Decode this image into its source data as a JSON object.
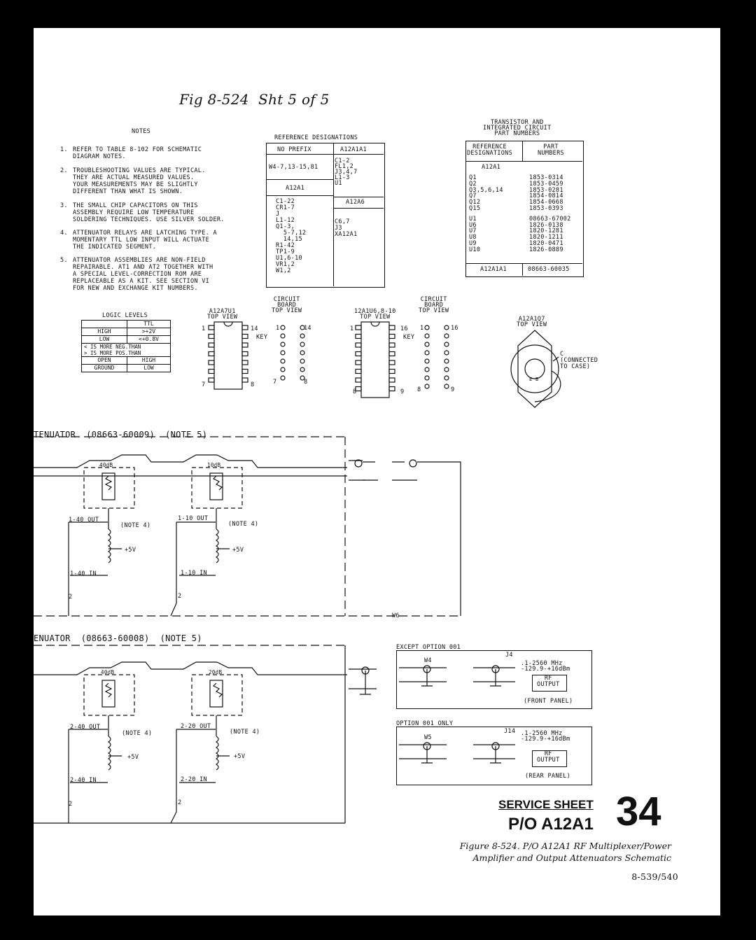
{
  "handwritten": "Fig 8-524  Sht 5 of 5",
  "notes": {
    "title": "NOTES",
    "items": [
      {
        "num": "1.",
        "text": "REFER TO TABLE 8-102 FOR SCHEMATIC\nDIAGRAM NOTES."
      },
      {
        "num": "2.",
        "text": "TROUBLESHOOTING VALUES ARE TYPICAL.\nTHEY ARE ACTUAL MEASURED VALUES.\nYOUR MEASUREMENTS MAY BE SLIGHTLY\nDIFFERENT THAN WHAT IS SHOWN."
      },
      {
        "num": "3.",
        "text": "THE SMALL CHIP CAPACITORS ON THIS\nASSEMBLY REQUIRE LOW TEMPERATURE\nSOLDERING TECHNIQUES. USE SILVER SOLDER."
      },
      {
        "num": "4.",
        "text": "ATTENUATOR RELAYS ARE LATCHING TYPE. A\nMOMENTARY TTL LOW INPUT WILL ACTUATE\nTHE INDICATED SEGMENT."
      },
      {
        "num": "5.",
        "text": "ATTENUATOR ASSEMBLIES ARE NON-FIELD\nREPAIRABLE. AT1 AND AT2 TOGETHER WITH\nA SPECIAL LEVEL-CORRECTION ROM ARE\nREPLACEABLE AS A KIT. SEE SECTION VI\nFOR NEW AND EXCHANGE KIT NUMBERS."
      }
    ]
  },
  "ref_designations": {
    "title": "REFERENCE DESIGNATIONS",
    "col1_header": "NO PREFIX",
    "col2_header": "A12A1A1",
    "no_prefix": "W4-7,13-15,81",
    "a12a1a1": "C1-2\nFL1,2\nJ3,4,7\nL1-3\nU1",
    "a12a1_header": "A12A1",
    "a12a1": "C1-22\nCR1-7\nJ\nL1-12\nQ1-3,\n  5-7,12\n  14,15\nR1-42\nTP1-9\nU1,6-10\nVR1,2\nW1,2",
    "a12a6_header": "A12A6",
    "a12a6": "C6,7\nJ3\nXA12A1"
  },
  "transistor_table": {
    "title": "TRANSISTOR AND\nINTEGRATED CIRCUIT\nPART NUMBERS",
    "col1_header": "REFERENCE\nDESIGNATIONS",
    "col2_header": "PART\nNUMBERS",
    "section": "A12A1",
    "rows": [
      [
        "Q1",
        "1853-0314"
      ],
      [
        "Q2",
        "1853-0459"
      ],
      [
        "Q3,5,6,14",
        "1853-0281"
      ],
      [
        "Q7",
        "1854-0814"
      ],
      [
        "Q12",
        "1854-0668"
      ],
      [
        "Q15",
        "1853-0393"
      ],
      [
        "U1",
        "08663-67002"
      ],
      [
        "U6",
        "1826-0138"
      ],
      [
        "U7",
        "1820-1281"
      ],
      [
        "U8",
        "1820-1211"
      ],
      [
        "U9",
        "1820-0471"
      ],
      [
        "U10",
        "1826-0889"
      ]
    ],
    "footer": [
      "A12A1A1",
      "08663-60035"
    ]
  },
  "logic_levels": {
    "title": "LOGIC LEVELS",
    "header": "TTL",
    "rows": [
      [
        "HIGH",
        ">+2V"
      ],
      [
        "LOW",
        "<+0.8V"
      ],
      [
        "< IS MORE NEG.THAN\n> IS MORE POS.THAN",
        ""
      ],
      [
        "OPEN",
        "HIGH"
      ],
      [
        "GROUND",
        "LOW"
      ]
    ]
  },
  "ic_views": {
    "a12a7u1_title": "A12A7U1\nTOP VIEW",
    "board1_title": "CIRCUIT\nBOARD\nTOP VIEW",
    "a12a1u6_title": "12A1U6,8-10\nTOP VIEW",
    "board2_title": "CIRCUIT\nBOARD\nTOP VIEW",
    "pin1": "1",
    "pin14": "14",
    "pin7": "7",
    "pin8": "8",
    "pin16": "16",
    "pin9": "9",
    "key": "KEY",
    "b1_top": "1",
    "b1_top_r": "14",
    "b1_bot": "7",
    "b1_bot_r": "8",
    "b2_top": "1",
    "b2_top_r": "16",
    "b2_bot": "8",
    "b2_bot_r": "9",
    "q7_title": "A12A1Q7\nTOP VIEW",
    "q7_label": "C\n(CONNECTED\nTO CASE)",
    "q7_pins": "E B"
  },
  "attenuators": {
    "at1_label": "TENUATOR  (08663-60009)  (NOTE 5)",
    "at1_pad1": "40dB",
    "at1_pad2": "10dB",
    "at1_out1": "1-40 OUT",
    "at1_out2": "1-10 OUT",
    "at1_in1": "1-40 IN",
    "at1_in2": "1-10 IN",
    "at2_label": "ENUATOR  (08663-60008)  (NOTE 5)",
    "at2_pad1": "40dB",
    "at2_pad2": "20dB",
    "at2_out1": "2-40 OUT",
    "at2_out2": "2-20 OUT",
    "at2_in1": "2-40 IN",
    "at2_in2": "2-20 IN",
    "note4": "(NOTE 4)",
    "plus5v": "+5V",
    "wire2": "2",
    "w6": "W6"
  },
  "output_boxes": {
    "except_title": "EXCEPT OPTION 001",
    "w4": "W4",
    "j4": "J4",
    "freq": ".1-2560 MHz\n-129.9-+16dBm",
    "rf_output": "RF\nOUTPUT",
    "front_panel": "(FRONT PANEL)",
    "only_title": "OPTION 001 ONLY",
    "w5": "W5",
    "j14": "J14",
    "rear_panel": "(REAR PANEL)"
  },
  "service_sheet": {
    "label": "SERVICE SHEET",
    "assembly": "P/O A12A1",
    "number": "34"
  },
  "caption": "Figure 8-524. P/O A12A1 RF Multiplexer/Power\nAmplifier and Output Attenuators Schematic",
  "page_number": "8-539/540"
}
